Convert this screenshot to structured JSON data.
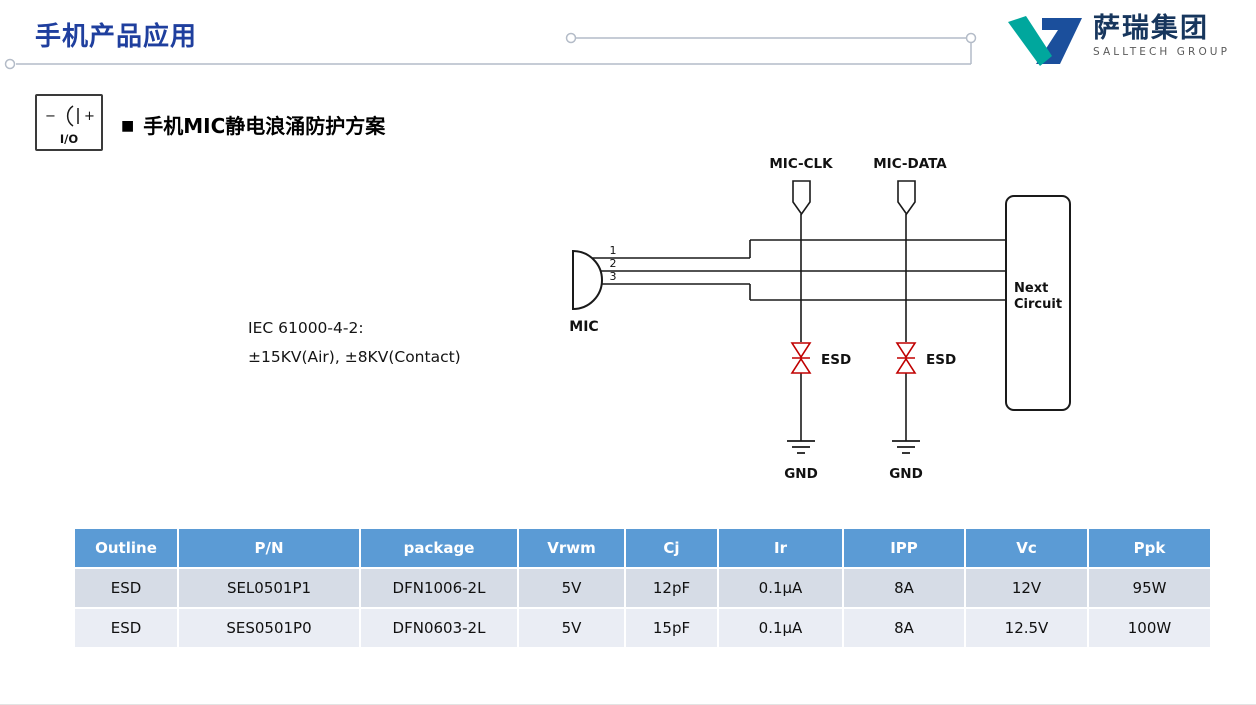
{
  "page": {
    "title": "手机产品应用"
  },
  "logo": {
    "name": "萨瑞集团",
    "subtitle": "SALLTECH GROUP"
  },
  "section": {
    "bullet": "■",
    "heading": "手机MIC静电浪涌防护方案"
  },
  "io_badge": {
    "label": "I/O",
    "minus": "−",
    "plus": "+"
  },
  "note": {
    "line1": "IEC 61000-4-2:",
    "line2": "±15KV(Air), ±8KV(Contact)"
  },
  "diagram": {
    "mic_label": "MIC",
    "pins": {
      "p1": "1",
      "p2": "2",
      "p3": "3"
    },
    "mic_clk_label": "MIC-CLK",
    "mic_data_label": "MIC-DATA",
    "esd_label_1": "ESD",
    "esd_label_2": "ESD",
    "gnd_label_1": "GND",
    "gnd_label_2": "GND",
    "next_circuit_line1": "Next",
    "next_circuit_line2": "Circuit"
  },
  "table": {
    "headers": [
      "Outline",
      "P/N",
      "package",
      "Vrwm",
      "Cj",
      "Ir",
      "IPP",
      "Vc",
      "Ppk"
    ],
    "rows": [
      [
        "ESD",
        "SEL0501P1",
        "DFN1006-2L",
        "5V",
        "12pF",
        "0.1μA",
        "8A",
        "12V",
        "95W"
      ],
      [
        "ESD",
        "SES0501P0",
        "DFN0603-2L",
        "5V",
        "15pF",
        "0.1μA",
        "8A",
        "12.5V",
        "100W"
      ]
    ]
  },
  "colors": {
    "title_blue": "#1F3F9E",
    "logo_teal": "#00A79D",
    "logo_blue": "#1B4F9C",
    "table_header_blue": "#5B9BD5",
    "table_row_odd": "#D6DCE6",
    "table_row_even": "#EAEDF4",
    "esd_red": "#C00000",
    "decor_gray": "#B4BCC8"
  }
}
